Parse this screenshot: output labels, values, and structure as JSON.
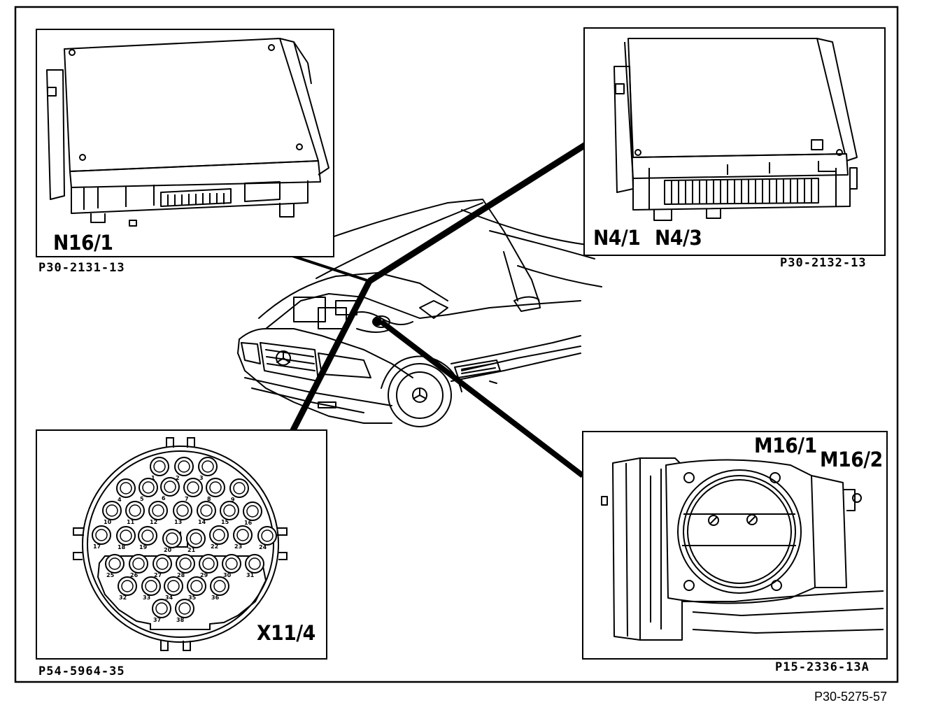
{
  "figure_id": "P30-5275-57",
  "panels": {
    "n16": {
      "label": "N16/1",
      "ref": "P30-2131-13"
    },
    "n4": {
      "label_a": "N4/1",
      "label_b": "N4/3",
      "ref": "P30-2132-13"
    },
    "x11": {
      "label": "X11/4",
      "ref": "P54-5964-35",
      "pins": [
        "1",
        "2",
        "3",
        "4",
        "5",
        "6",
        "7",
        "8",
        "9",
        "10",
        "11",
        "12",
        "13",
        "14",
        "15",
        "16",
        "17",
        "18",
        "19",
        "20",
        "21",
        "22",
        "23",
        "24",
        "25",
        "26",
        "27",
        "28",
        "29",
        "30",
        "31",
        "32",
        "33",
        "34",
        "35",
        "36",
        "37",
        "38"
      ]
    },
    "m16": {
      "label_a": "M16/1",
      "label_b": "M16/2",
      "ref": "P15-2336-13A"
    }
  }
}
